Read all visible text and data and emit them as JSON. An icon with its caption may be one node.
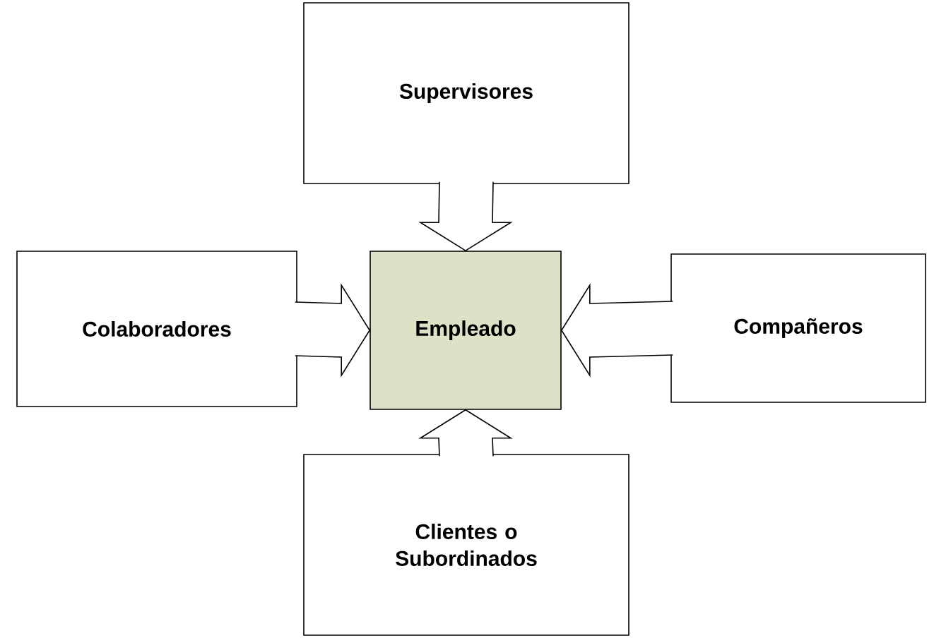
{
  "diagram": {
    "nodes": [
      {
        "text": [
          "Supervisores"
        ]
      },
      {
        "text": [
          "Colaboradores"
        ]
      },
      {
        "text": [
          "Empleado"
        ]
      },
      {
        "text": [
          "Compañeros"
        ]
      },
      {
        "text": [
          "Clientes o Subordinados"
        ]
      }
    ],
    "edges": [
      {
        "from": 0,
        "to": 2,
        "arrow": "to"
      },
      {
        "from": 1,
        "to": 2,
        "arrow": "to"
      },
      {
        "from": 3,
        "to": 2,
        "arrow": "to"
      },
      {
        "from": 4,
        "to": 2,
        "arrow": "to"
      }
    ]
  }
}
